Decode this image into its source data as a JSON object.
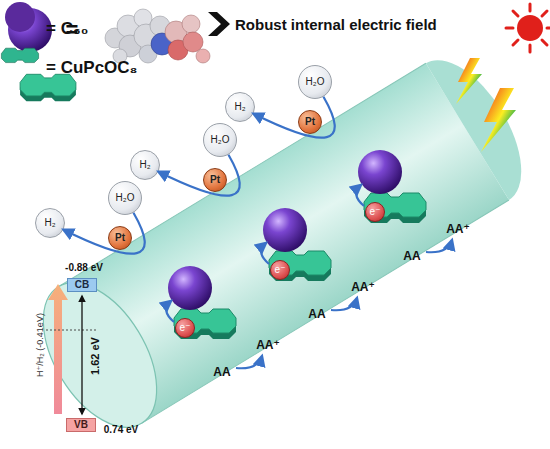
{
  "diagram": {
    "nodes": [
      {
        "text": [
          "H₂O"
        ]
      },
      {
        "text": [
          "Pt"
        ]
      },
      {
        "text": [
          "H₂"
        ]
      },
      {
        "text": [
          "H₂O"
        ]
      },
      {
        "text": [
          "Pt"
        ]
      },
      {
        "text": [
          "H₂"
        ]
      },
      {
        "text": [
          "H₂O"
        ]
      },
      {
        "text": [
          "Pt"
        ]
      },
      {
        "text": [
          "H₂"
        ]
      },
      {
        "text": [
          "e⁻"
        ]
      },
      {
        "text": [
          "e⁻"
        ]
      },
      {
        "text": [
          "e⁻"
        ]
      },
      {
        "text": [
          "CB"
        ]
      },
      {
        "text": [
          "VB"
        ]
      }
    ],
    "edges": [
      {
        "from": 0,
        "to": 2,
        "arrow": "to"
      },
      {
        "from": 3,
        "to": 5,
        "arrow": "to"
      },
      {
        "from": 6,
        "to": 8,
        "arrow": "to"
      }
    ],
    "labels": [
      "=",
      "Robust internal electric field",
      "-0.88 eV",
      "1.62 eV",
      "0.74 eV",
      "H⁺/H₂ (-0.41eV)",
      "AA",
      "AA⁺",
      "AA",
      "AA⁺",
      "AA",
      "AA⁺"
    ],
    "legend": [
      {
        "text": "= C₆₀",
        "color": "#5a2a9c"
      },
      {
        "text": "= CuPcOC₈",
        "color": "#2fb58f"
      }
    ]
  }
}
